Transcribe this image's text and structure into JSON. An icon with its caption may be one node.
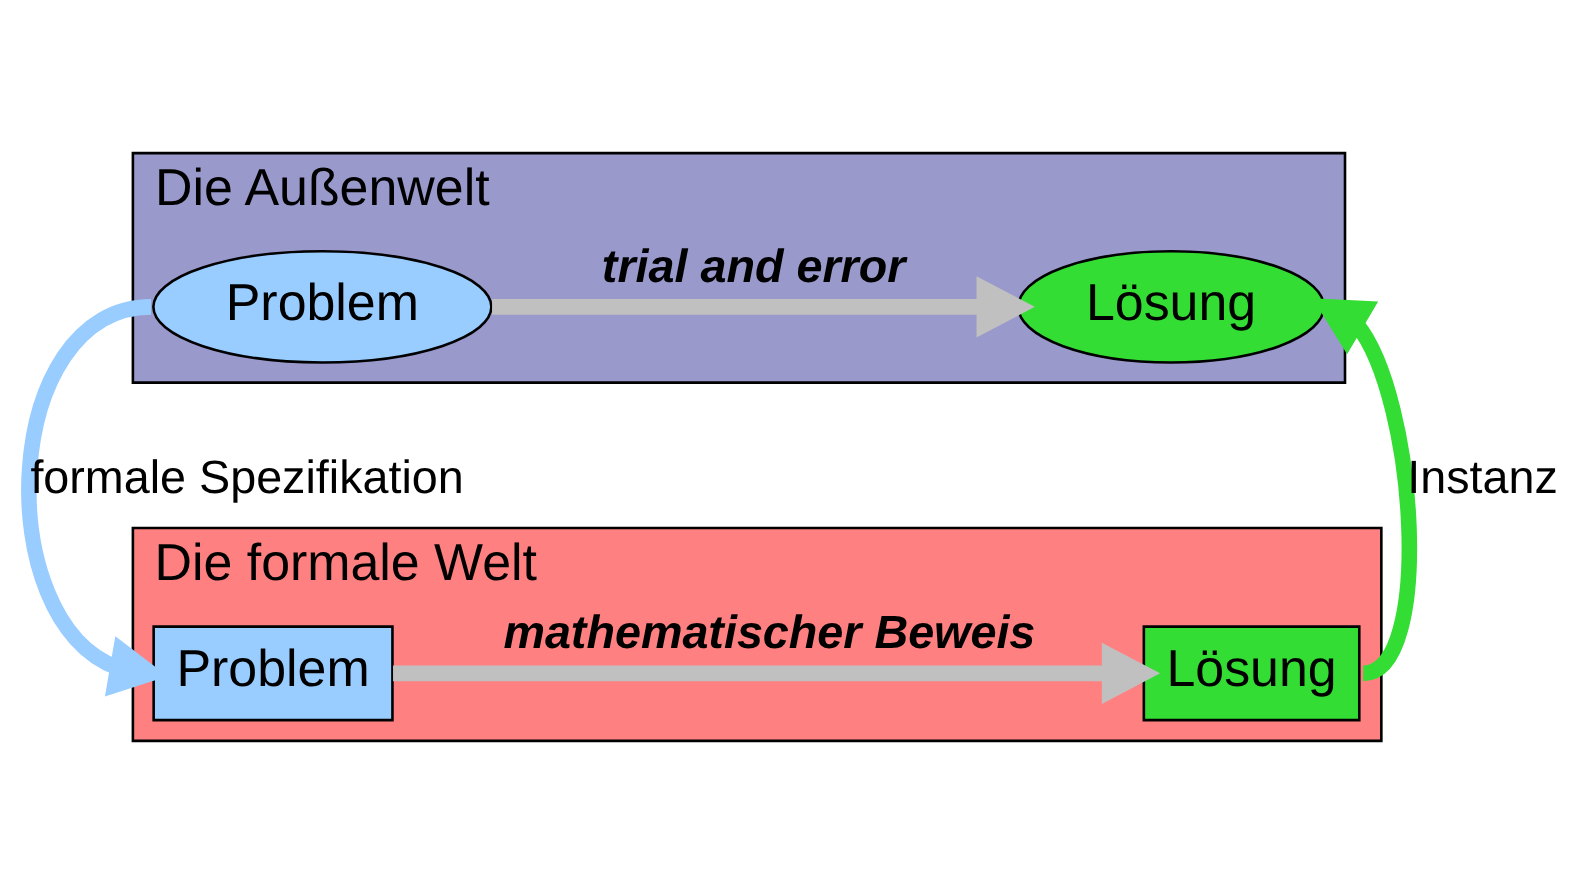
{
  "diagram": {
    "nodes": [
      {
        "text": [
          "Die Außenwelt"
        ]
      },
      {
        "text": [
          "Problem"
        ],
        "in": 0
      },
      {
        "text": [
          "Lösung"
        ],
        "in": 0
      },
      {
        "text": [
          "Die formale Welt"
        ]
      },
      {
        "text": [
          "Problem"
        ],
        "in": 3
      },
      {
        "text": [
          "Lösung"
        ],
        "in": 3
      }
    ],
    "edges": [
      {
        "from": 1,
        "to": 2,
        "arrow": "to",
        "label": "trial and error",
        "color": "#c0c0c0"
      },
      {
        "from": 1,
        "to": 4,
        "arrow": "to",
        "label": "formale Spezifikation",
        "color": "#99ccff"
      },
      {
        "from": 4,
        "to": 5,
        "arrow": "to",
        "label": "mathematischer Beweis",
        "color": "#c0c0c0"
      },
      {
        "from": 5,
        "to": 2,
        "arrow": "to",
        "label": "Instanz",
        "color": "#33dd33"
      }
    ]
  }
}
